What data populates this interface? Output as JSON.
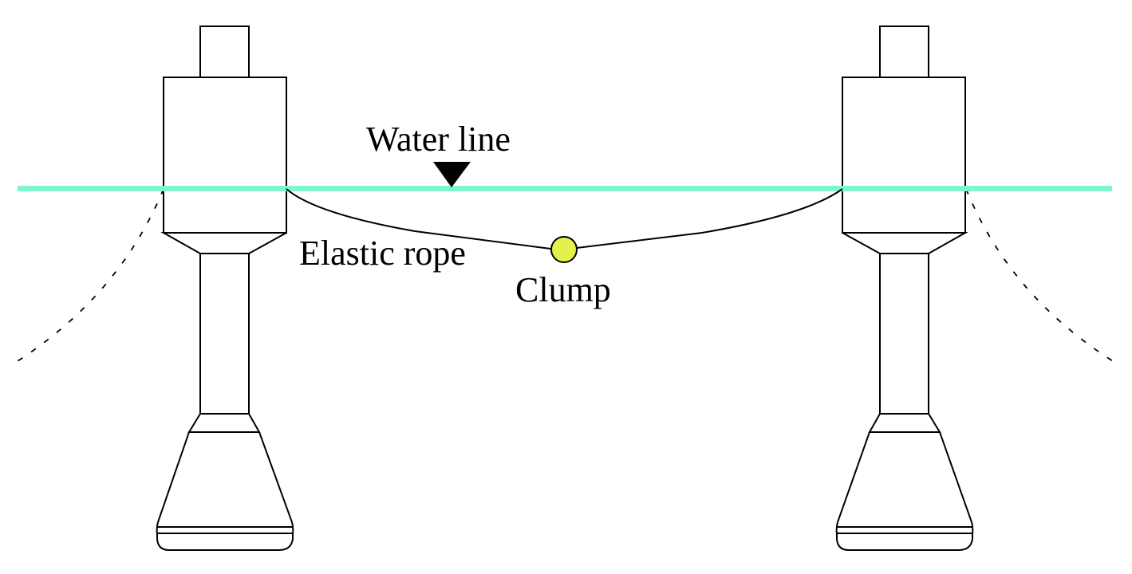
{
  "diagram": {
    "title": "Floating buoys connected by elastic rope with clump",
    "labels": {
      "water_line": "Water line",
      "elastic_rope": "Elastic rope",
      "clump": "Clump"
    },
    "colors": {
      "water_line": "#7ff5d2",
      "clump_fill": "#e6f04a",
      "outline": "#000000",
      "background": "#ffffff"
    },
    "components": [
      {
        "id": "left-buoy",
        "type": "buoy"
      },
      {
        "id": "right-buoy",
        "type": "buoy"
      },
      {
        "id": "elastic-rope",
        "type": "rope",
        "connects": [
          "left-buoy",
          "right-buoy"
        ],
        "attached": "clump"
      },
      {
        "id": "clump",
        "type": "weight"
      },
      {
        "id": "left-mooring-line",
        "type": "mooring",
        "style": "dashed"
      },
      {
        "id": "right-mooring-line",
        "type": "mooring",
        "style": "dashed"
      },
      {
        "id": "water-line",
        "type": "surface"
      }
    ]
  }
}
